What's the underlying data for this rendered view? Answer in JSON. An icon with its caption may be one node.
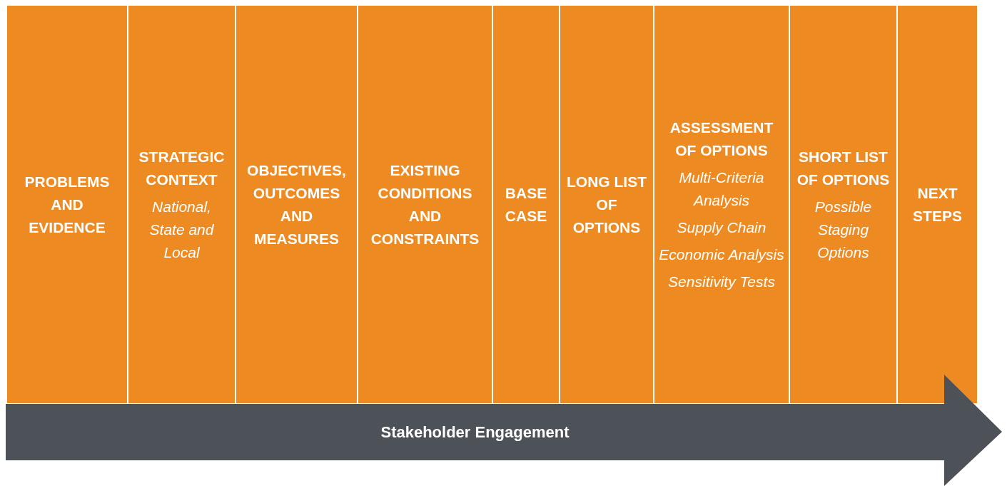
{
  "diagram": {
    "nodes": [
      {
        "text": [
          "PROBLEMS AND EVIDENCE"
        ]
      },
      {
        "text": [
          "STRATEGIC CONTEXT",
          "National, State and Local"
        ]
      },
      {
        "text": [
          "OBJECTIVES, OUTCOMES AND MEASURES"
        ]
      },
      {
        "text": [
          "EXISTING CONDITIONS AND CONSTRAINTS"
        ]
      },
      {
        "text": [
          "BASE CASE"
        ]
      },
      {
        "text": [
          "LONG LIST OF OPTIONS"
        ]
      },
      {
        "text": [
          "ASSESSMENT OF OPTIONS",
          "Multi-Criteria Analysis",
          "Supply Chain",
          "Economic Analysis",
          "Sensitivity Tests"
        ]
      },
      {
        "text": [
          "SHORT LIST OF OPTIONS",
          "Possible Staging Options"
        ]
      },
      {
        "text": [
          "NEXT STEPS"
        ]
      },
      {
        "text": [
          "Stakeholder Engagement"
        ]
      }
    ],
    "edges": []
  }
}
